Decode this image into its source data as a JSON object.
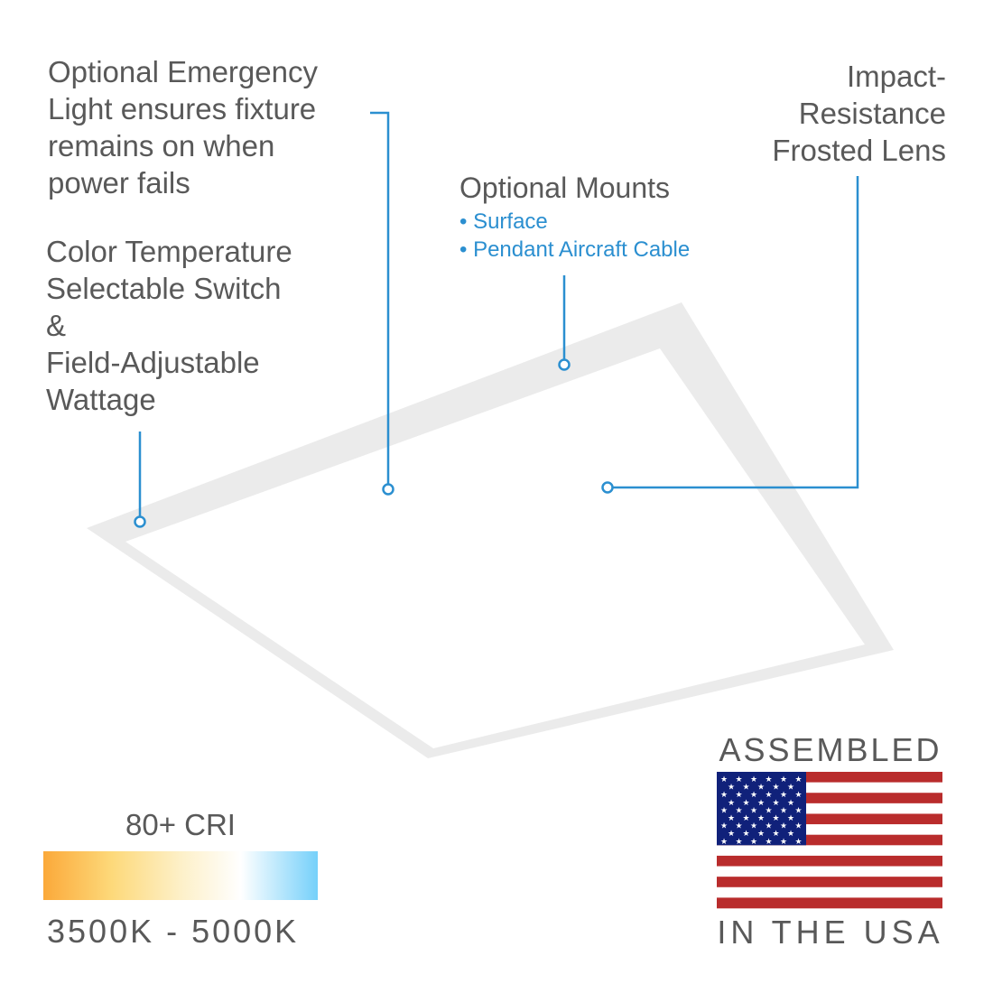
{
  "callouts": {
    "emergency": "Optional Emergency\nLight ensures fixture\nremains on when\npower fails",
    "color_temp": "Color Temperature\nSelectable Switch\n&\nField-Adjustable\nWattage",
    "mounts_title": "Optional Mounts",
    "mounts_items": [
      "• Surface",
      "• Pendant Aircraft Cable"
    ],
    "lens": "Impact-\nResistance\nFrosted Lens"
  },
  "cri": {
    "label": "80+ CRI",
    "range": "3500K - 5000K"
  },
  "badge": {
    "top": "ASSEMBLED",
    "bottom": "IN THE USA"
  },
  "colors": {
    "accent": "#2b8fd0",
    "text": "#595959",
    "flag_red": "#b92c2c",
    "flag_blue": "#10217a"
  }
}
